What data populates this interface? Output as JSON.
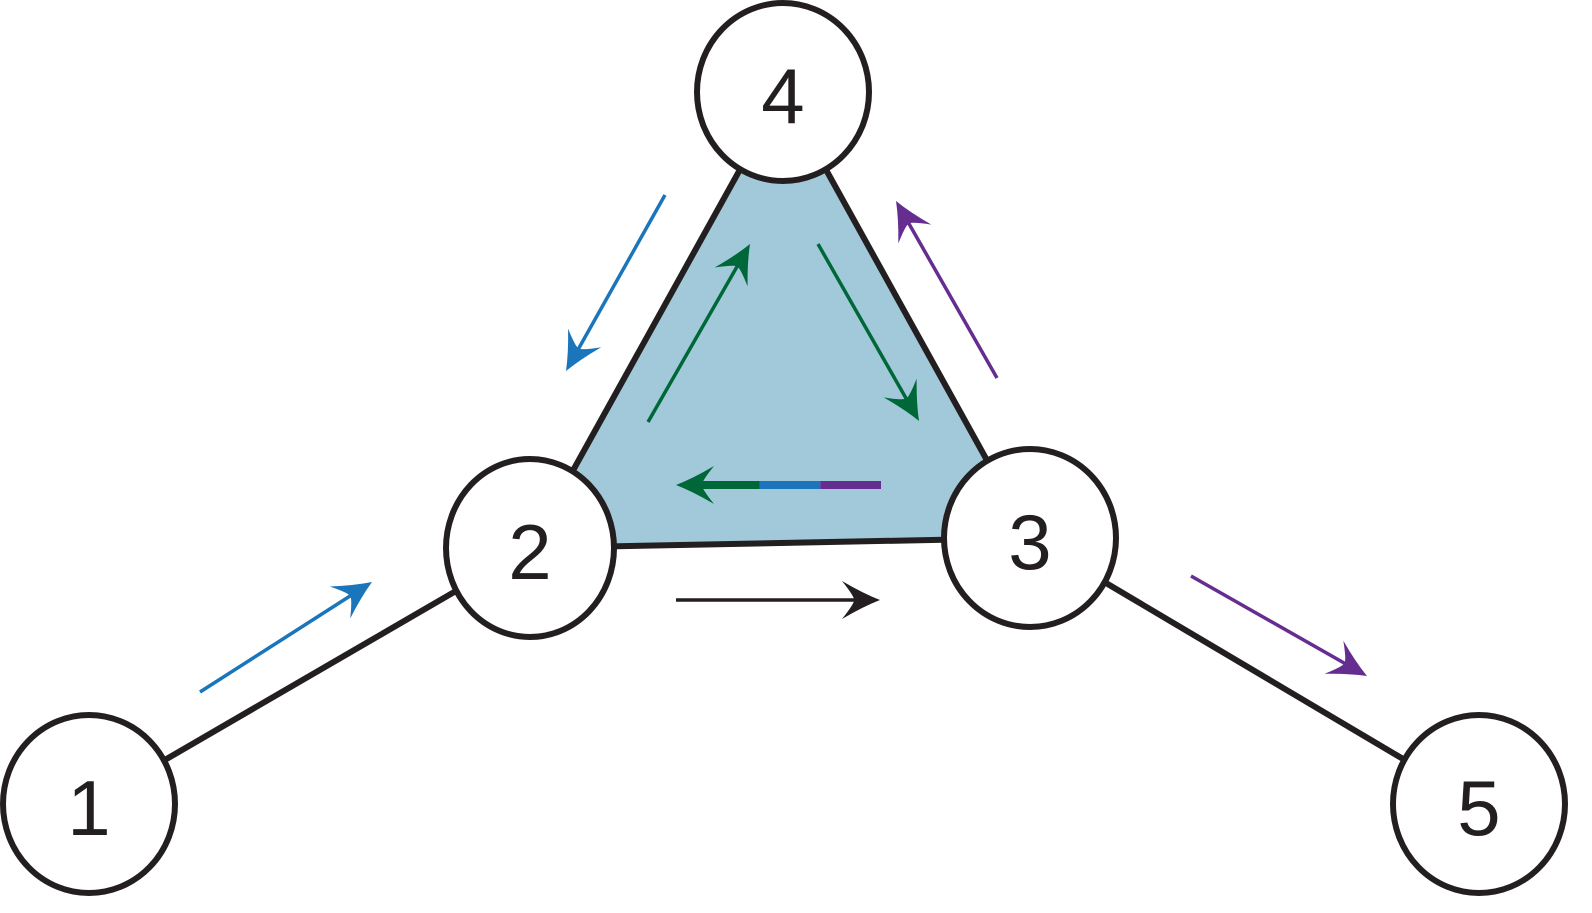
{
  "colors": {
    "edge": "#231f20",
    "node_fill": "#ffffff",
    "triangle_fill": "#a2c9da",
    "blue": "#1a75bb",
    "green": "#006838",
    "purple": "#662d91",
    "black": "#231f20"
  },
  "nodes": [
    {
      "id": "1",
      "label": "1"
    },
    {
      "id": "2",
      "label": "2"
    },
    {
      "id": "3",
      "label": "3"
    },
    {
      "id": "4",
      "label": "4"
    },
    {
      "id": "5",
      "label": "5"
    }
  ],
  "edges": [
    {
      "from": "1",
      "to": "2"
    },
    {
      "from": "2",
      "to": "3"
    },
    {
      "from": "2",
      "to": "4"
    },
    {
      "from": "4",
      "to": "3"
    },
    {
      "from": "3",
      "to": "5"
    }
  ],
  "filled_triangle": [
    "2",
    "3",
    "4"
  ],
  "arrows": [
    {
      "from": "1",
      "to": "2",
      "color": "blue"
    },
    {
      "from": "4",
      "to": "2",
      "color": "blue"
    },
    {
      "from": "2",
      "to": "4",
      "color": "green"
    },
    {
      "from": "4",
      "to": "3",
      "color": "green"
    },
    {
      "from": "3",
      "to": "4",
      "color": "purple"
    },
    {
      "from": "3",
      "to": "5",
      "color": "purple"
    },
    {
      "from": "2",
      "to": "3",
      "color": "black"
    },
    {
      "from": "3",
      "to": "2",
      "colors": [
        "green",
        "blue",
        "purple"
      ]
    }
  ]
}
